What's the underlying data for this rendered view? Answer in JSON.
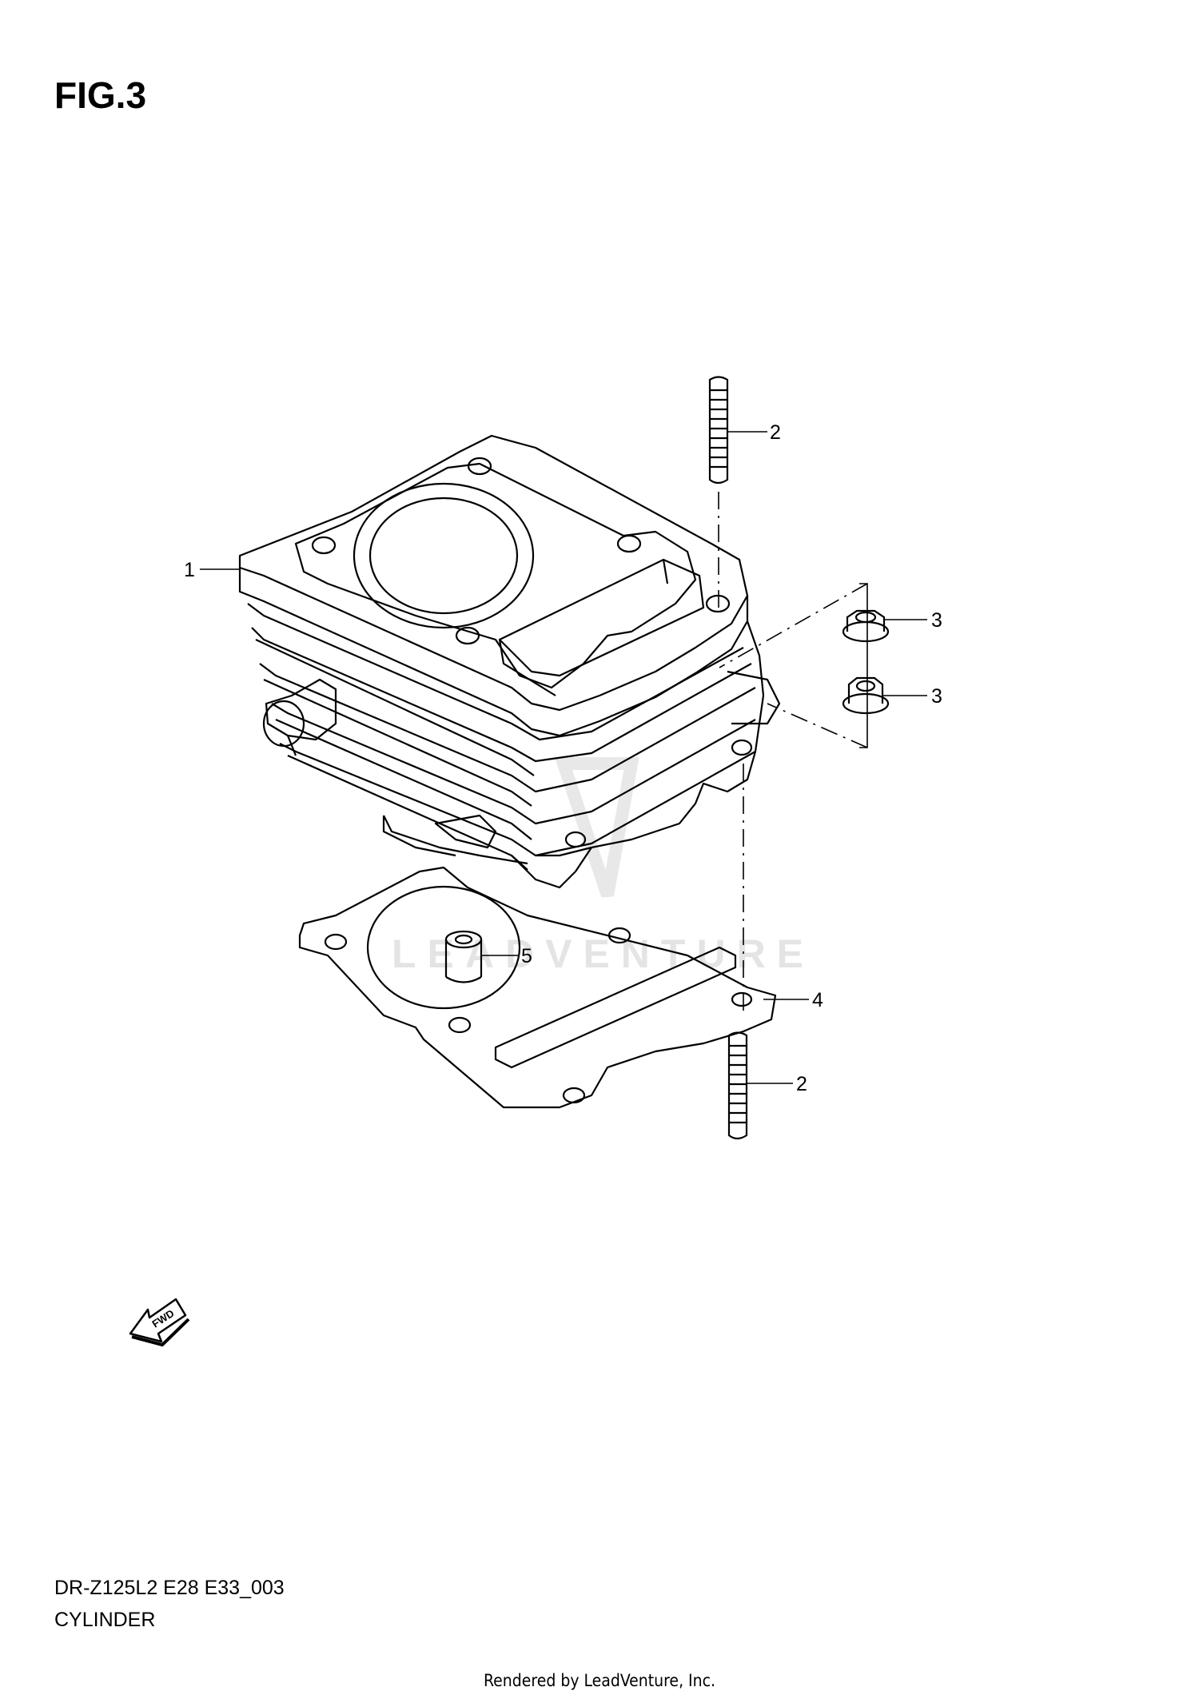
{
  "figure": {
    "title": "FIG.3"
  },
  "footer": {
    "model_code": "DR-Z125L2 E28 E33_003",
    "assembly_name": "CYLINDER"
  },
  "watermark": {
    "text": "LEADVENTURE"
  },
  "fwd_marker": {
    "text": "FWD"
  },
  "credit": {
    "text": "Rendered by LeadVenture, Inc."
  },
  "callouts": [
    {
      "id": "callout-1",
      "label": "1"
    },
    {
      "id": "callout-2-top",
      "label": "2"
    },
    {
      "id": "callout-3-upper",
      "label": "3"
    },
    {
      "id": "callout-3-lower",
      "label": "3"
    },
    {
      "id": "callout-5",
      "label": "5"
    },
    {
      "id": "callout-4",
      "label": "4"
    },
    {
      "id": "callout-2-bottom",
      "label": "2"
    }
  ]
}
